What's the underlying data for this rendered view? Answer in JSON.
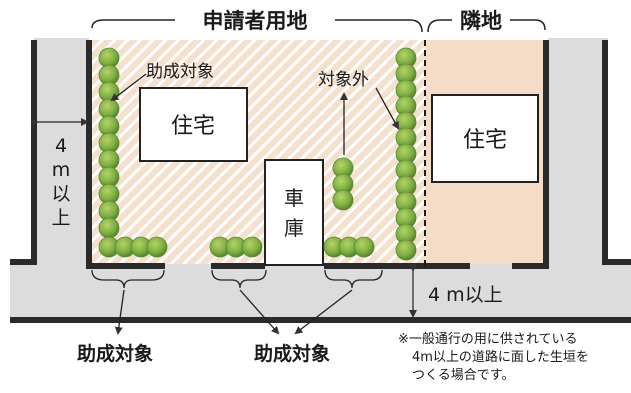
{
  "labels": {
    "applicant_land": "申請者用地",
    "neighbor_land": "隣地",
    "house_main": "住宅",
    "house_neighbor": "住宅",
    "garage_line1": "車",
    "garage_line2": "庫",
    "road_width_left": "4m以上",
    "road_width_left_num": "4",
    "road_width_left_unit": "m",
    "road_width_left_l1": "以",
    "road_width_left_l2": "上",
    "road_width_right": "4 m以上",
    "subsidy_target_top": "助成対象",
    "not_target": "対象外",
    "subsidy_target_bottom_left": "助成対象",
    "subsidy_target_bottom_center": "助成対象"
  },
  "note": {
    "line1": "※一般通行の用に供されている",
    "line2": "4m以上の道路に面した生垣を",
    "line3": "つくる場合です。"
  },
  "colors": {
    "lot_fill": "#f3e0cd",
    "hatch": "#ffffff",
    "road": "#d9d9d9",
    "wall": "#2a2a2a",
    "hedge": "#8cb84a",
    "hedge_dark": "#4d7a2a"
  }
}
